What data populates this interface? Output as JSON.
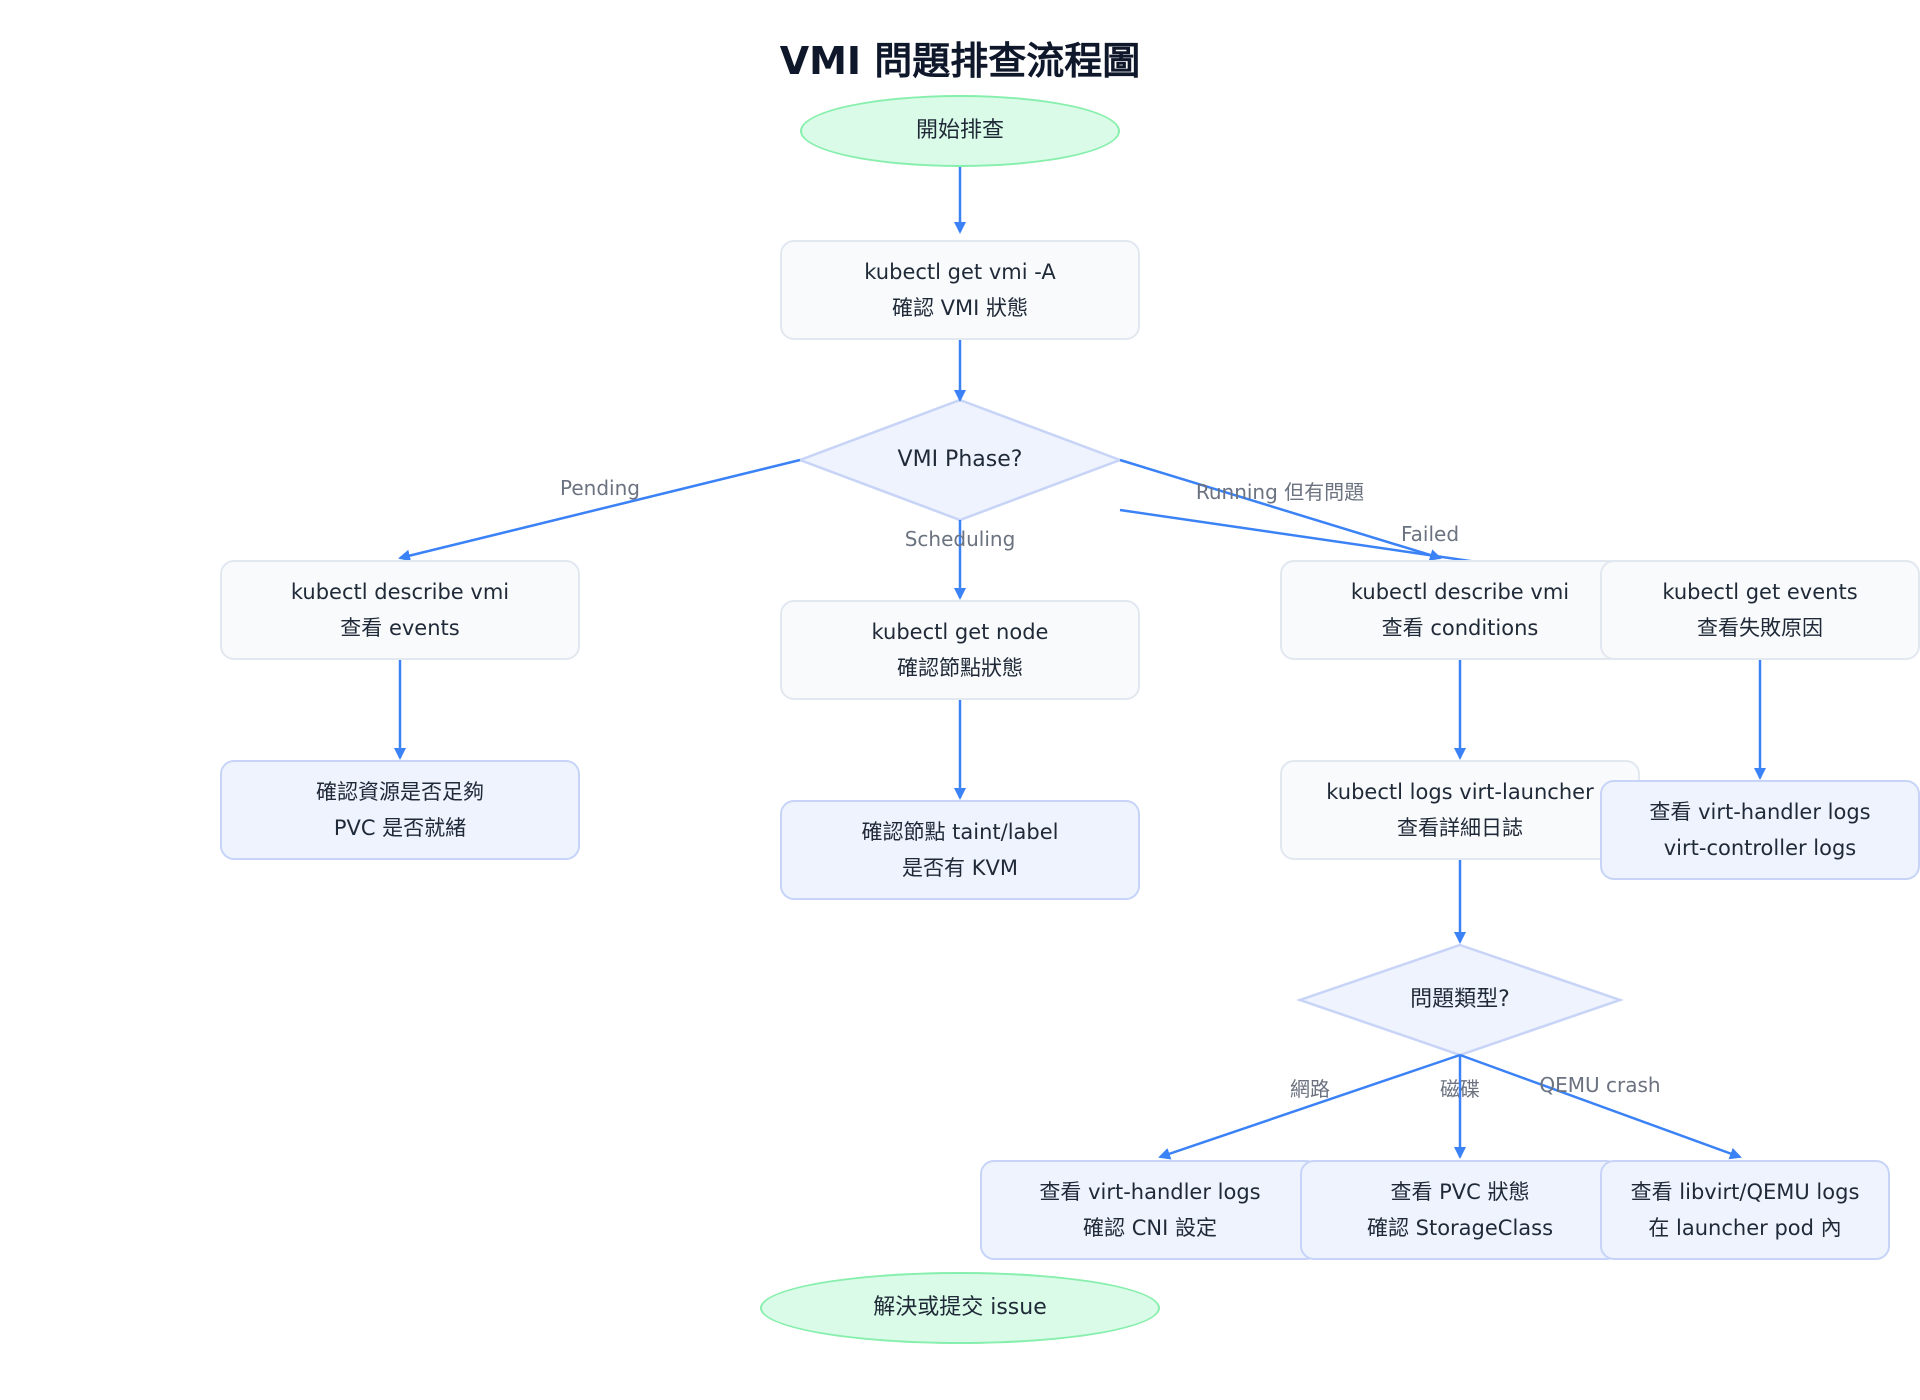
{
  "diagram": {
    "title": "VMI 問題排查流程圖",
    "nodes": {
      "start": {
        "label": "開始排查"
      },
      "get_vmi": {
        "line1": "kubectl get vmi -A",
        "line2": "確認 VMI 狀態"
      },
      "phase": {
        "label": "VMI Phase?"
      },
      "describe_events": {
        "line1": "kubectl describe vmi",
        "line2": "查看 events"
      },
      "resources": {
        "line1": "確認資源是否足夠",
        "line2": "PVC 是否就緒"
      },
      "get_node": {
        "line1": "kubectl get node",
        "line2": "確認節點狀態"
      },
      "taint": {
        "line1": "確認節點 taint/label",
        "line2": "是否有 KVM"
      },
      "describe_conditions": {
        "line1": "kubectl describe vmi",
        "line2": "查看 conditions"
      },
      "launcher_logs": {
        "line1": "kubectl logs virt-launcher",
        "line2": "查看詳細日誌"
      },
      "get_events": {
        "line1": "kubectl get events",
        "line2": "查看失敗原因"
      },
      "handler_logs": {
        "line1": "查看 virt-handler logs",
        "line2": "virt-controller logs"
      },
      "issue_type": {
        "label": "問題類型?"
      },
      "net": {
        "line1": "查看 virt-handler logs",
        "line2": "確認 CNI 設定"
      },
      "disk": {
        "line1": "查看 PVC 狀態",
        "line2": "確認 StorageClass"
      },
      "qemu": {
        "line1": "查看 libvirt/QEMU logs",
        "line2": "在 launcher pod 內"
      },
      "end": {
        "label": "解決或提交 issue"
      }
    },
    "edge_labels": {
      "pending": "Pending",
      "scheduling": "Scheduling",
      "running": "Running 但有問題",
      "failed": "Failed",
      "network": "網路",
      "disk": "磁碟",
      "qemu": "QEMU crash"
    }
  },
  "colors": {
    "edge": "#3b82f6",
    "process_fill": "#f8fafc",
    "process_border": "#e2e8f0",
    "action_fill": "#eef3fe",
    "action_border": "#c7d4f7",
    "terminal_fill": "#d9fbe7",
    "terminal_border": "#86efac",
    "decision_fill": "#eef3fe",
    "decision_border": "#c7d4f7"
  }
}
